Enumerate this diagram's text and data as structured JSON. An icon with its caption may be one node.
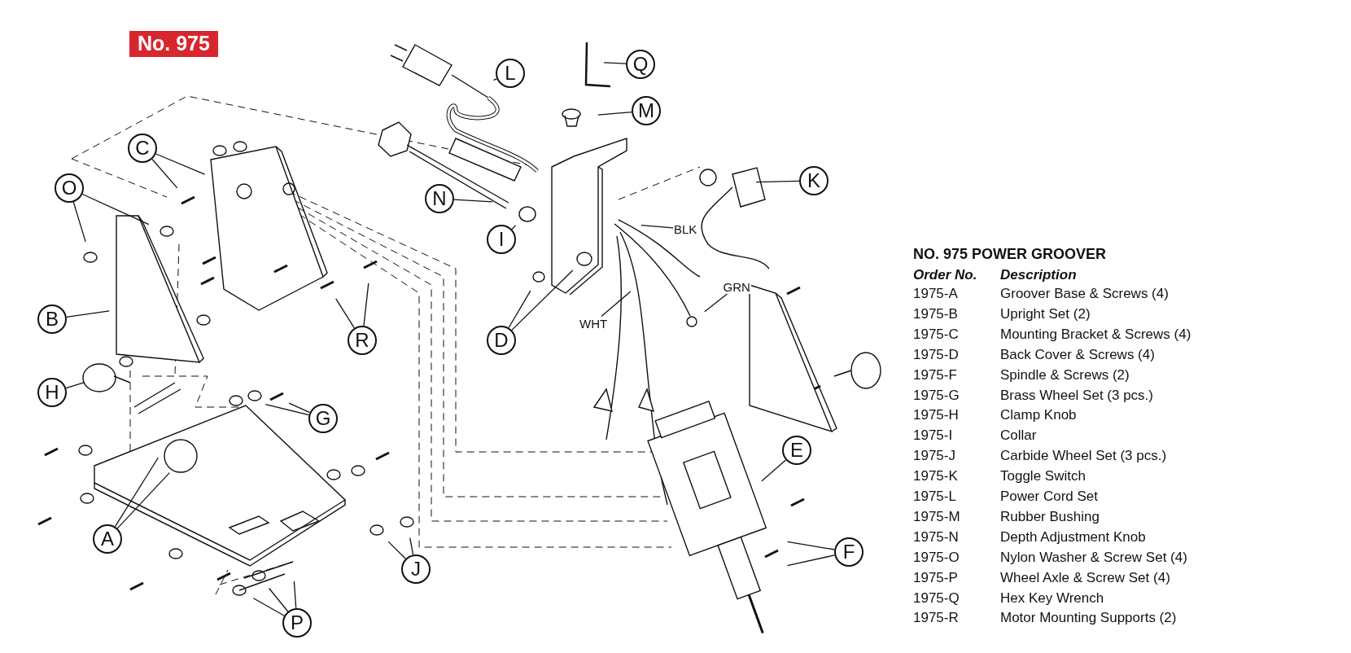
{
  "diagram": {
    "title": "No. 975",
    "nodes": [
      {
        "text": [
          "Q"
        ]
      },
      {
        "text": [
          "L"
        ]
      },
      {
        "text": [
          "M"
        ]
      },
      {
        "text": [
          "C"
        ]
      },
      {
        "text": [
          "K"
        ]
      },
      {
        "text": [
          "O"
        ]
      },
      {
        "text": [
          "N"
        ]
      },
      {
        "text": [
          "BLK"
        ]
      },
      {
        "text": [
          "I"
        ]
      },
      {
        "text": [
          "GRN"
        ]
      },
      {
        "text": [
          "B"
        ]
      },
      {
        "text": [
          "WHT"
        ]
      },
      {
        "text": [
          "D"
        ]
      },
      {
        "text": [
          "R"
        ]
      },
      {
        "text": [
          "H"
        ]
      },
      {
        "text": [
          "G"
        ]
      },
      {
        "text": [
          "E"
        ]
      },
      {
        "text": [
          "A"
        ]
      },
      {
        "text": [
          "F"
        ]
      },
      {
        "text": [
          "J"
        ]
      },
      {
        "text": [
          "P"
        ]
      }
    ],
    "edges": [
      {
        "from": 0,
        "to": null,
        "arrow": "none"
      },
      {
        "from": 1,
        "to": null,
        "arrow": "none"
      },
      {
        "from": 2,
        "to": null,
        "arrow": "none"
      },
      {
        "from": 3,
        "to": null,
        "arrow": "none"
      },
      {
        "from": 3,
        "to": null,
        "arrow": "none"
      },
      {
        "from": 4,
        "to": null,
        "arrow": "none"
      },
      {
        "from": 5,
        "to": null,
        "arrow": "none"
      },
      {
        "from": 5,
        "to": null,
        "arrow": "none"
      },
      {
        "from": 6,
        "to": null,
        "arrow": "none"
      },
      {
        "from": 7,
        "to": null,
        "arrow": "none"
      },
      {
        "from": 8,
        "to": null,
        "arrow": "none"
      },
      {
        "from": 9,
        "to": null,
        "arrow": "none"
      },
      {
        "from": 10,
        "to": null,
        "arrow": "none"
      },
      {
        "from": 11,
        "to": null,
        "arrow": "none"
      },
      {
        "from": 12,
        "to": null,
        "arrow": "none"
      },
      {
        "from": 12,
        "to": null,
        "arrow": "none"
      },
      {
        "from": 13,
        "to": null,
        "arrow": "none"
      },
      {
        "from": 13,
        "to": null,
        "arrow": "none"
      },
      {
        "from": 14,
        "to": null,
        "arrow": "none"
      },
      {
        "from": 15,
        "to": null,
        "arrow": "none"
      },
      {
        "from": 15,
        "to": null,
        "arrow": "none"
      },
      {
        "from": 16,
        "to": null,
        "arrow": "none"
      },
      {
        "from": 17,
        "to": null,
        "arrow": "none"
      },
      {
        "from": 17,
        "to": null,
        "arrow": "none"
      },
      {
        "from": 18,
        "to": null,
        "arrow": "none"
      },
      {
        "from": 18,
        "to": null,
        "arrow": "none"
      },
      {
        "from": 19,
        "to": null,
        "arrow": "none"
      },
      {
        "from": 19,
        "to": null,
        "arrow": "none"
      },
      {
        "from": 20,
        "to": null,
        "arrow": "none"
      },
      {
        "from": 20,
        "to": null,
        "arrow": "none"
      },
      {
        "from": 20,
        "to": null,
        "arrow": "none"
      }
    ],
    "labels": [
      "NO. 975 POWER GROOVER",
      "Order No.",
      "Description",
      "1975-A",
      "Groover Base & Screws (4)",
      "1975-B",
      "Upright Set (2)",
      "1975-C",
      "Mounting Bracket & Screws (4)",
      "1975-D",
      "Back Cover & Screws (4)",
      "1975-F",
      "Spindle & Screws (2)",
      "1975-G",
      "Brass Wheel Set (3 pcs.)",
      "1975-H",
      "Clamp Knob",
      "1975-I",
      "Collar",
      "1975-J",
      "Carbide Wheel Set (3 pcs.)",
      "1975-K",
      "Toggle Switch",
      "1975-L",
      "Power Cord Set",
      "1975-M",
      "Rubber Bushing",
      "1975-N",
      "Depth Adjustment Knob",
      "1975-O",
      "Nylon Washer & Screw Set (4)",
      "1975-P",
      "Wheel Axle & Screw Set (4)",
      "1975-Q",
      "Hex Key Wrench",
      "1975-R",
      "Motor Mounting Supports (2)"
    ]
  }
}
